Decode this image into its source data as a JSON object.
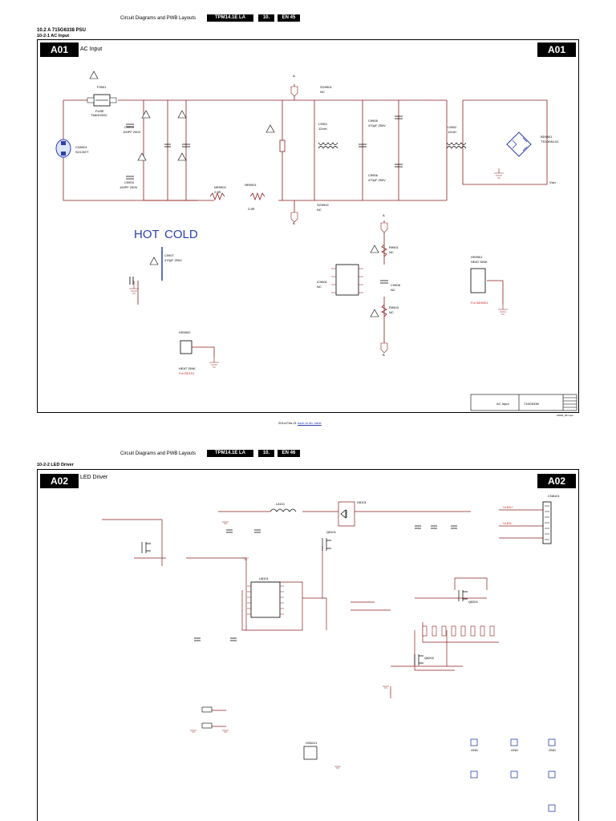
{
  "page1": {
    "header": {
      "title": "Circuit Diagrams and PWB Layouts",
      "model": "TPM14.1E LA",
      "chapter": "10.",
      "page": "EN 45"
    },
    "section_title": "10.2   A 715G6338 PSU",
    "subsection": "10-2-1        AC Input",
    "block_tag": "A01",
    "block_title": "AC Input",
    "block_tag_right": "A01",
    "hot_label": "HOT",
    "cold_label": "COLD",
    "labels": {
      "fuse": "F9901",
      "fuse_name": "FUSE",
      "fuse_val": "T5AH/250V",
      "socket": "CN9901",
      "socket_name": "SOCKET",
      "c9903": "C9903",
      "c9903_val": "100PF 250V",
      "c9904": "C9904",
      "c9904_val": "100PF 250V",
      "nr9902": "NR9902",
      "nr9902_val": "2.5R",
      "nr9901": "NR9901",
      "nr9901_val": "2.5R",
      "sg9901": "SG9901",
      "sg9901_val": "NC",
      "sg9902": "SG9902",
      "sg9902_val": "NC",
      "l9901": "L9901",
      "l9901_val": "12mH",
      "c9905": "C9905",
      "c9905_val": "470pF 250V",
      "c9906": "C9906",
      "c9906_val": "470pF 250V",
      "l9902": "L9902",
      "l9902_val": "12mH",
      "bd9901": "BD9901",
      "bd9901_val": "TS10K80-02",
      "vsin": "Vsin",
      "c9907": "C9907",
      "c9907_val": "470pF 250V",
      "r9901": "R9901",
      "r9901_val": "NC",
      "r9903": "R9903",
      "r9903_val": "NC",
      "c9908": "C9908",
      "c9908_val": "NC",
      "ic9801": "IC9801",
      "ic9801_val": "NC",
      "hs9901": "HS9901",
      "hs9901_name": "HEAT SINK",
      "hs9901_for": "For BD9901",
      "hs9902": "HS9902",
      "hs9902_name": "HEAT SINK",
      "hs9902_for": "For BD101",
      "node_a": "A",
      "node_b": "B"
    },
    "title_block": {
      "cell1": "AC Input",
      "cell2": "715G6338"
    },
    "footer_date": "2014-Feb-21",
    "footer_link": "back to div. table",
    "footer_small": "19600_007.eps"
  },
  "page2": {
    "header": {
      "title": "Circuit Diagrams and PWB Layouts",
      "model": "TPM14.1E LA",
      "chapter": "10.",
      "page": "EN 46"
    },
    "subsection": "10-2-2        LED Driver",
    "block_tag": "A02",
    "block_title": "LED Driver",
    "block_tag_right": "A02",
    "labels": {
      "cn8101": "CN8101",
      "u8101": "U8101",
      "q8101": "Q8101",
      "l8101": "L8101",
      "d8101": "D8101",
      "q8201": "Q8201",
      "q8202": "Q8202",
      "vled_p": "VLED+",
      "vled_n": "VLED-",
      "gnd": "GND",
      "hs8101": "HS8101"
    }
  }
}
